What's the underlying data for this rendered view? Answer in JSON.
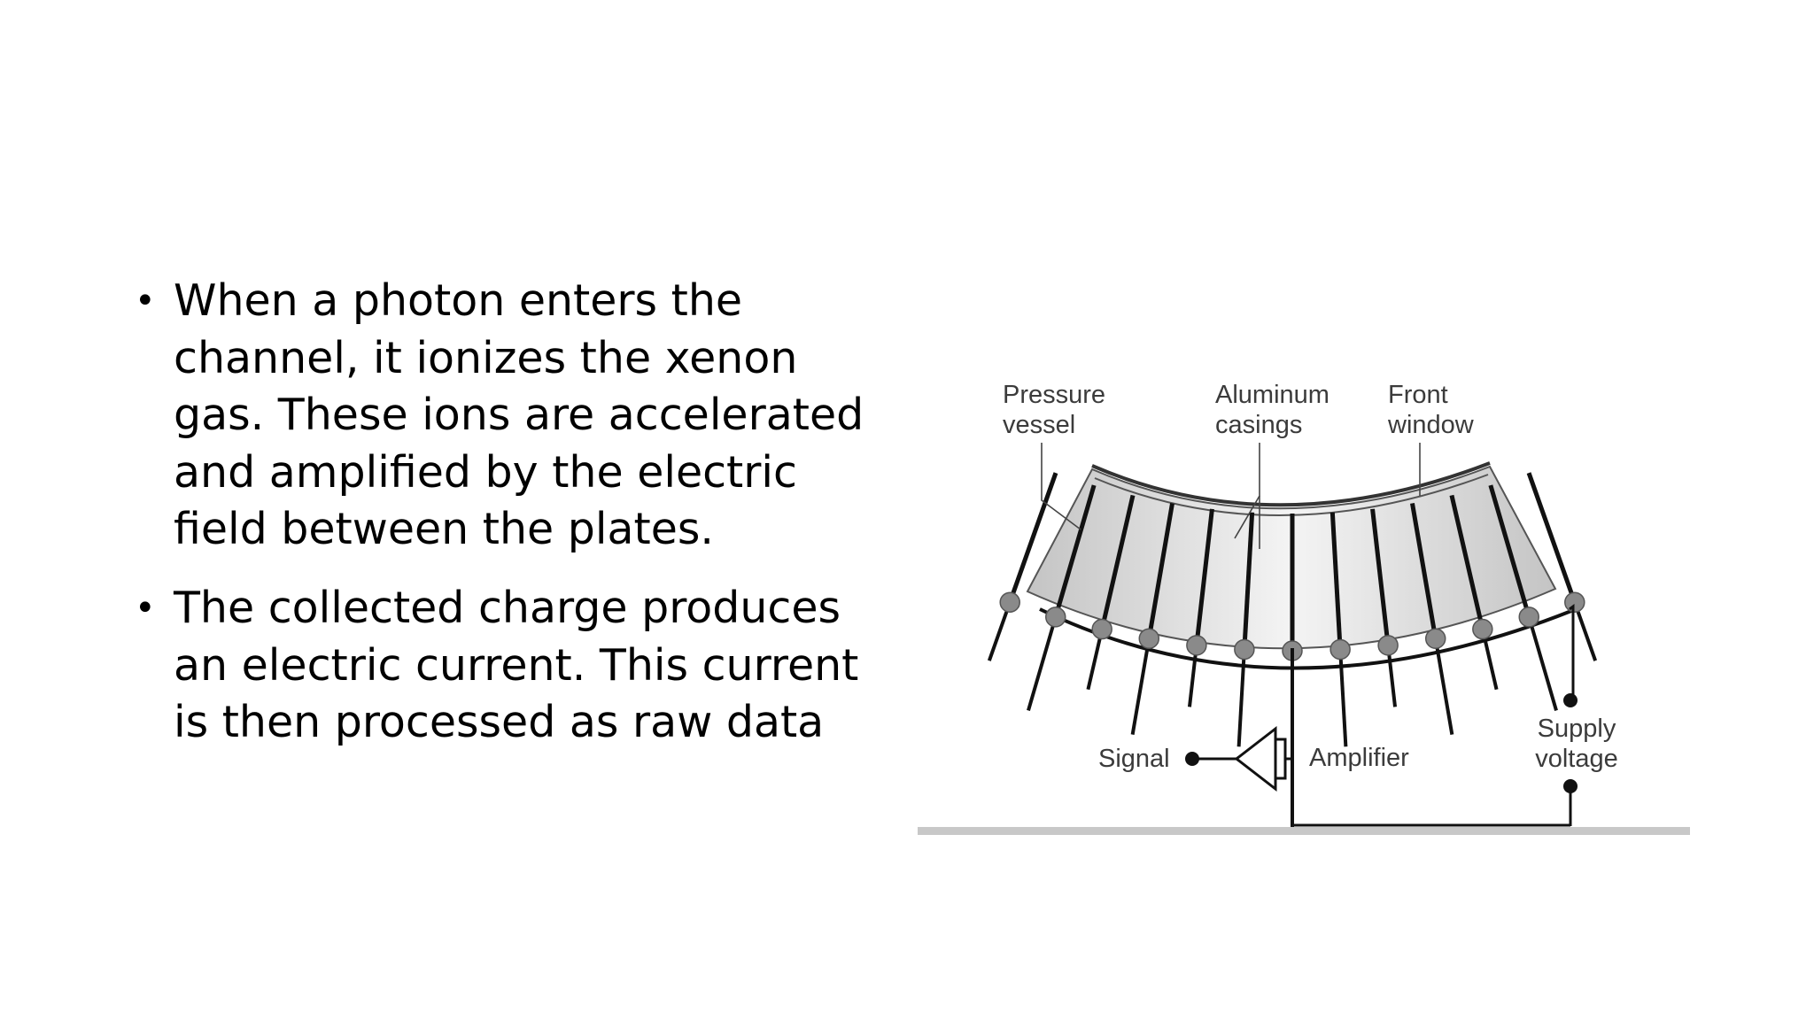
{
  "bullets": [
    "When a photon enters the channel, it ionizes the xenon gas. These ions are accelerated and amplified by the electric field between the plates.",
    " The collected charge produces an electric current. This current is then processed as raw data"
  ],
  "diagram": {
    "pressure_vessel": [
      "Pressure",
      "vessel"
    ],
    "aluminum_casings": [
      "Aluminum",
      "casings"
    ],
    "front_window": [
      "Front",
      "window"
    ],
    "supply_voltage": [
      "Supply",
      "voltage"
    ],
    "signal": "Signal",
    "amplifier": "Amplifier"
  },
  "colors": {
    "text": "#000000",
    "label": "#3b3b3b",
    "vessel_fill": "#d9d9d9",
    "ground": "#c8c8c8"
  }
}
